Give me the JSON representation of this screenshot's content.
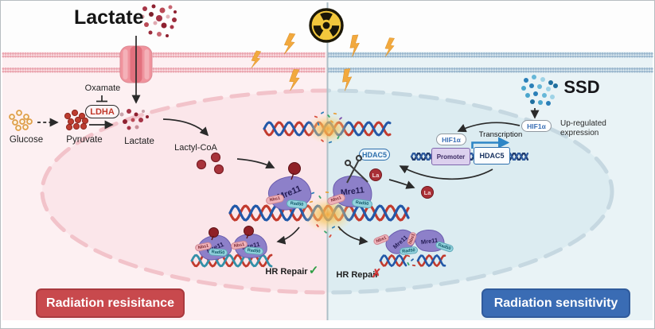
{
  "title": {
    "lactate": "Lactate"
  },
  "pathway": {
    "oxamate": "Oxamate",
    "ldha": "LDHA",
    "glucose": "Glucose",
    "pyruvate": "Pyruvate",
    "lactate": "Lactate",
    "lactyl_coa": "Lactyl-CoA"
  },
  "complex": {
    "mre11": "Mre11",
    "nbs1": "Nbs1",
    "rad50": "Rad50",
    "la": "La",
    "hdac5_protein": "HDAC5"
  },
  "right_panel": {
    "ssd": "SSD",
    "hif1a": "HIF1α",
    "up_regulated_1": "Up-regulated",
    "up_regulated_2": "expression",
    "transcription": "Transcription",
    "promoter": "Promoter",
    "hdac5_gene": "HDAC5"
  },
  "repair": {
    "left_label": "HR Repair",
    "left_mark": "✓",
    "right_label": "HR Repair",
    "right_mark": "✗"
  },
  "banners": {
    "left": "Radiation resisitance",
    "right": "Radiation sensitivity"
  },
  "icons": {
    "radiation": "radiation-trefoil",
    "lightning": "lightning-bolt",
    "scissors": "scissors",
    "membrane": "phospholipid-bilayer"
  },
  "colors": {
    "resistance_red": "#c8494d",
    "sensitivity_blue": "#3a6cb4",
    "left_bg": "#fdf0f2",
    "right_bg": "#e9f3f6",
    "radiation_yellow": "#f2c73c",
    "dna_red": "#c23b2e",
    "dna_blue": "#2258a8",
    "mre11_purple": "#8d80c9"
  }
}
